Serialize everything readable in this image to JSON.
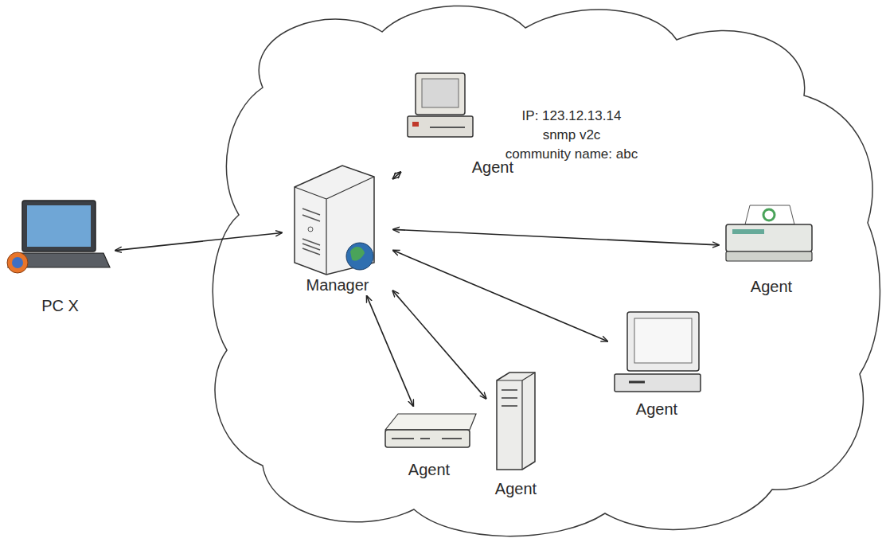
{
  "diagram": {
    "nodes": [
      {
        "text": [
          "PC X"
        ]
      },
      {
        "text": [
          "Manager"
        ]
      },
      {
        "text": [
          "Agent"
        ]
      },
      {
        "text": [
          "Agent"
        ]
      },
      {
        "text": [
          "Agent"
        ]
      },
      {
        "text": [
          "Agent"
        ]
      },
      {
        "text": [
          "Agent"
        ]
      }
    ],
    "edges": [
      {
        "from": 0,
        "to": 1,
        "arrow": "both"
      },
      {
        "from": 1,
        "to": 2,
        "arrow": "both"
      },
      {
        "from": 1,
        "to": 3,
        "arrow": "both"
      },
      {
        "from": 1,
        "to": 4,
        "arrow": "both"
      },
      {
        "from": 1,
        "to": 5,
        "arrow": "both"
      },
      {
        "from": 1,
        "to": 6,
        "arrow": "both"
      }
    ],
    "labels": [
      "IP: 123.12.13.14",
      "snmp v2c",
      "community name: abc"
    ]
  }
}
